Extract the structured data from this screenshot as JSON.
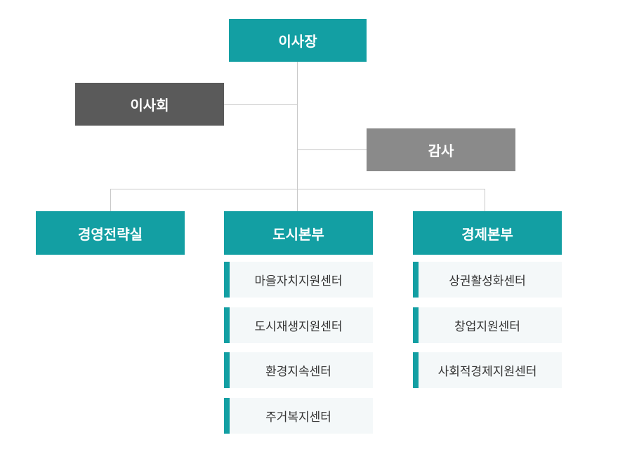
{
  "chairman": "이사장",
  "board": "이사회",
  "audit": "감사",
  "divisions": {
    "strategy": {
      "label": "경영전략실"
    },
    "urban": {
      "label": "도시본부",
      "centers": [
        "마을자치지원센터",
        "도시재생지원센터",
        "환경지속센터",
        "주거복지센터"
      ]
    },
    "economy": {
      "label": "경제본부",
      "centers": [
        "상권활성화센터",
        "창업지원센터",
        "사회적경제지원센터"
      ]
    }
  },
  "colors": {
    "primary": "#139fa3",
    "board": "#5a5a5a",
    "audit": "#8a8a8a",
    "line": "#c8c8c8"
  }
}
